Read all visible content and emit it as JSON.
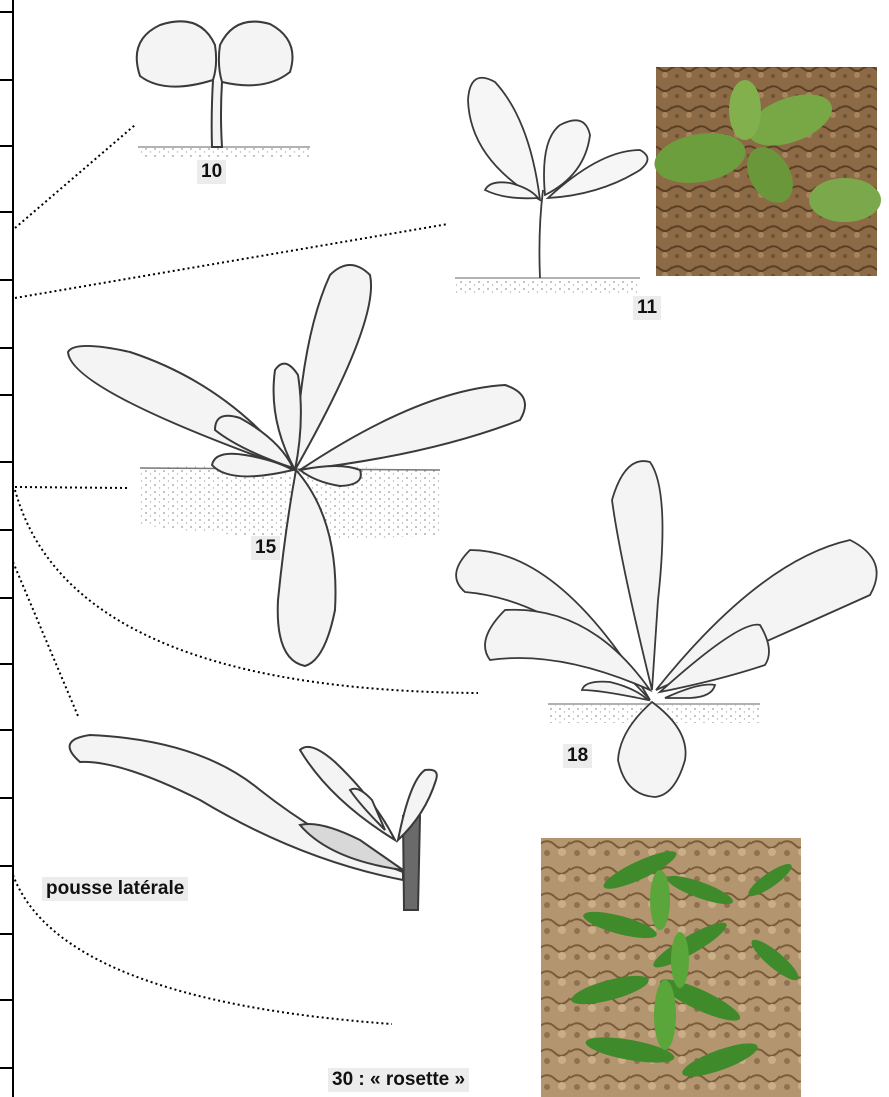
{
  "labels": {
    "stage_10": "10",
    "stage_11": "11",
    "stage_15": "15",
    "stage_18": "18",
    "lateral_shoot": "pousse latérale",
    "stage_30": "30  : « rosette »"
  },
  "colors": {
    "sketch_line": "#3a3a3a",
    "leaf_fill": "#f4f4f4",
    "soil_dots": "#9a9a9a",
    "photo_soil": "#8b6a45",
    "photo_leaf": "#6d9e3e"
  },
  "icons": {
    "scale_bar": "vertical-tick-scale",
    "connectors": "dotted-leader-lines"
  }
}
